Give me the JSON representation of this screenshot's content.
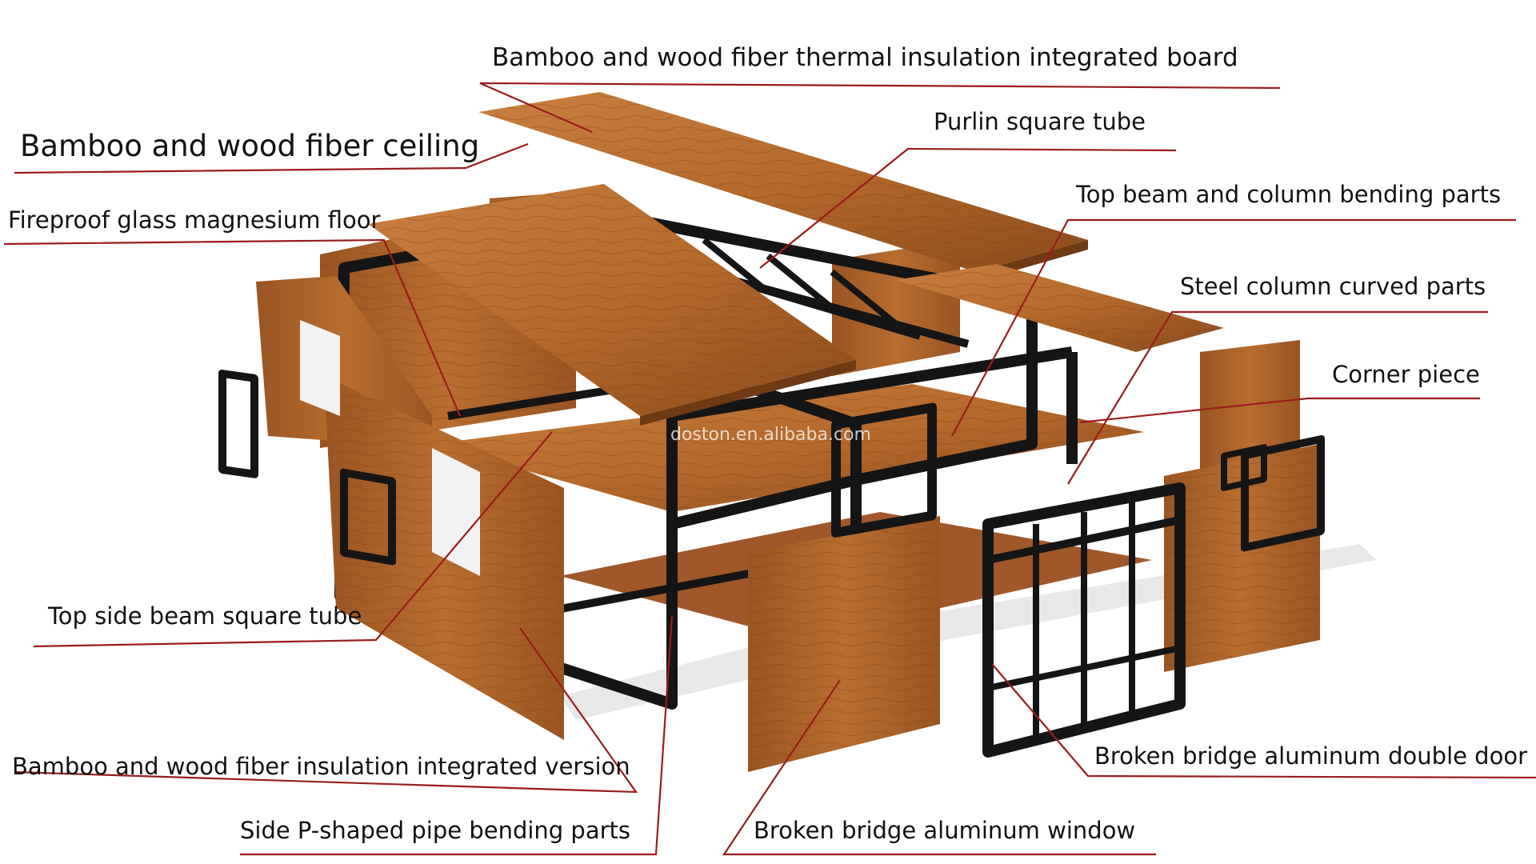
{
  "diagram": {
    "watermark": "doston.en.alibaba.com",
    "colors": {
      "wood": "#b5692c",
      "wood_dark": "#8a4a1c",
      "wood_light": "#c98042",
      "steel": "#151515",
      "leader": "#9b1c1c",
      "background": "#ffffff"
    },
    "labels": [
      {
        "id": "insulation-board",
        "text": "Bamboo and wood fiber thermal insulation integrated board"
      },
      {
        "id": "ceiling",
        "text": "Bamboo and wood fiber ceiling"
      },
      {
        "id": "purlin",
        "text": "Purlin square tube"
      },
      {
        "id": "top-beam-column",
        "text": "Top beam and column bending parts"
      },
      {
        "id": "fireproof-floor",
        "text": "Fireproof glass magnesium floor"
      },
      {
        "id": "steel-column",
        "text": "Steel column curved parts"
      },
      {
        "id": "corner-piece",
        "text": "Corner piece"
      },
      {
        "id": "top-side-beam",
        "text": "Top side beam square tube"
      },
      {
        "id": "insulation-version",
        "text": "Bamboo and wood fiber insulation integrated version"
      },
      {
        "id": "double-door",
        "text": "Broken bridge aluminum double door"
      },
      {
        "id": "side-p-pipe",
        "text": "Side P-shaped pipe bending parts"
      },
      {
        "id": "window",
        "text": "Broken bridge aluminum window"
      }
    ]
  }
}
